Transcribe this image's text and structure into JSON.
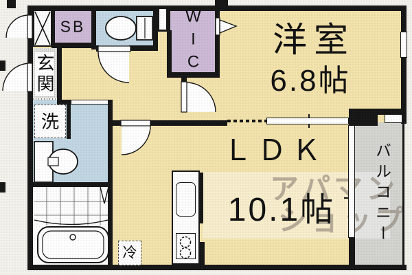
{
  "floorplan": {
    "rooms": {
      "western_room": {
        "name": "洋室",
        "size": "6.8帖"
      },
      "ldk": {
        "name": "ＬＤＫ",
        "size": "10.1帖"
      },
      "wic_label": "WIC",
      "shoe_box_label": "SB",
      "entrance_label": "玄関",
      "balcony_label": "バルコニー",
      "laundry_label": "洗",
      "refrigerator_label": "冷"
    },
    "watermark": {
      "line1": "アパマン",
      "line2": "ショップ"
    },
    "colors": {
      "wall": "#161616",
      "room_floor": "#f2e2ab",
      "closet_purple": "#ccb9d6",
      "wet_area_blue": "#c0d6e2",
      "balcony_gray": "#d3d3d0",
      "entrance_gray": "#e9e9e5",
      "outside_background": "#f2f1eb"
    }
  }
}
